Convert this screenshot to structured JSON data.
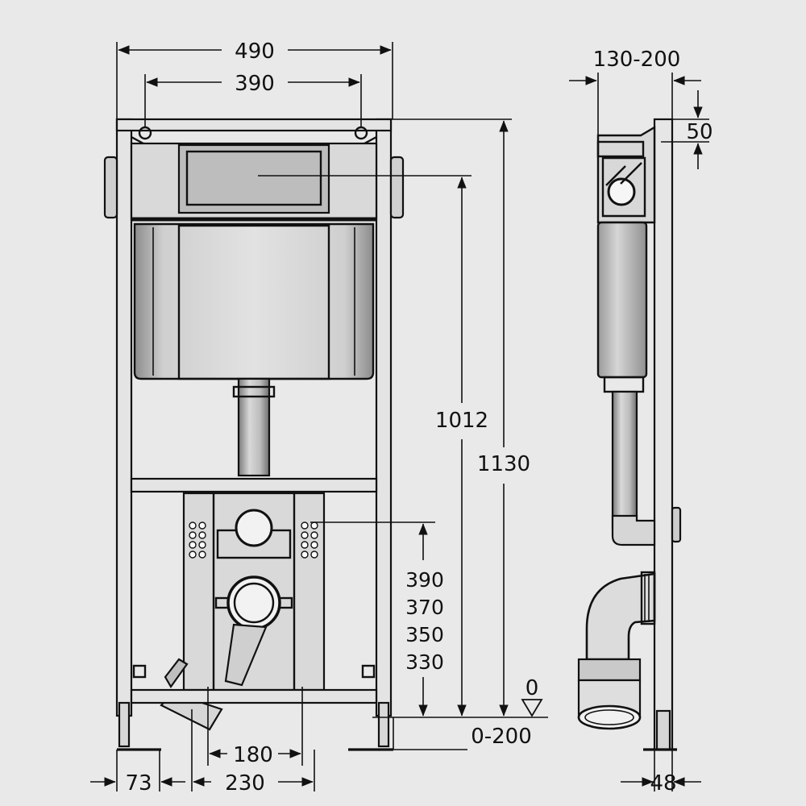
{
  "colors": {
    "background": "#e9e9e9",
    "line": "#111111",
    "panel_light": "#dcdcdc",
    "panel_mid": "#cfcfcf",
    "panel_dark": "#9a9a9a"
  },
  "dimensions": {
    "top_width": "490",
    "inner_width": "390",
    "side_depth": "130-200",
    "top_offset": "50",
    "height_button": "1012",
    "height_total": "1130",
    "outlet_heights": [
      "390",
      "370",
      "350",
      "330"
    ],
    "floor_level": "0",
    "floor_range": "0-200",
    "inlet_spacing": "180",
    "foot_left": "73",
    "foot_span": "230",
    "side_foot": "48"
  }
}
